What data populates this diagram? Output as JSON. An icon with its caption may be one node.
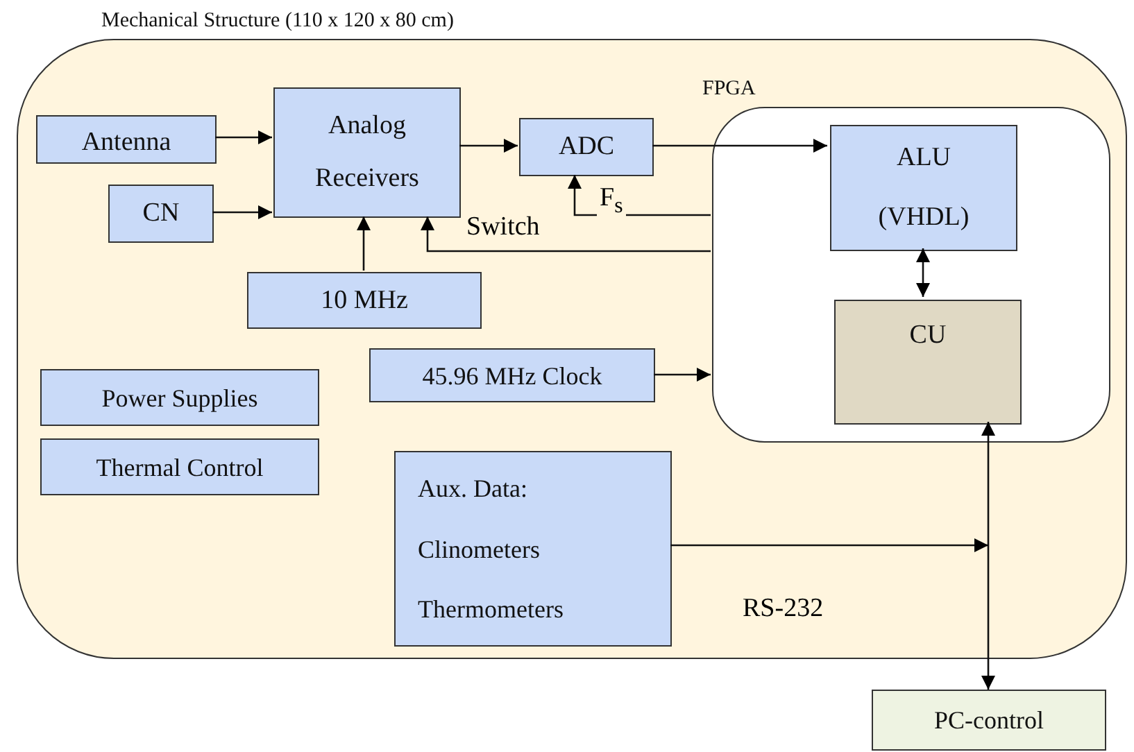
{
  "diagram": {
    "nodes": [
      {
        "text": [
          "Mechanical Structure (110 x 120 x 80 cm)"
        ]
      },
      {
        "text": [
          "Antenna"
        ],
        "in": 0
      },
      {
        "text": [
          "Analog Receivers"
        ],
        "in": 0
      },
      {
        "text": [
          "ADC"
        ],
        "in": 0
      },
      {
        "text": [
          "FPGA"
        ],
        "in": 0
      },
      {
        "text": [
          "ALU",
          "(VHDL)"
        ],
        "in": 4
      },
      {
        "text": [
          "CN"
        ],
        "in": 0
      },
      {
        "text": [
          "CU"
        ],
        "in": 4
      },
      {
        "text": [
          "10 MHz"
        ],
        "in": 0
      },
      {
        "text": [
          "Power Supplies"
        ],
        "in": 0
      },
      {
        "text": [
          "45.96 MHz Clock"
        ],
        "in": 0
      },
      {
        "text": [
          "Thermal Control"
        ],
        "in": 0
      },
      {
        "text": [
          "Aux. Data:",
          "Clinometers",
          "Thermometers"
        ],
        "in": 0
      },
      {
        "text": [
          "PC-control"
        ]
      }
    ],
    "edges": [
      {
        "from": 1,
        "to": 2,
        "arrow": "to"
      },
      {
        "from": 6,
        "to": 2,
        "arrow": "to"
      },
      {
        "from": 8,
        "to": 2,
        "arrow": "to"
      },
      {
        "from": 2,
        "to": 3,
        "arrow": "to"
      },
      {
        "from": 3,
        "to": 5,
        "arrow": "to"
      },
      {
        "from": 4,
        "to": 3,
        "arrow": "to",
        "label": "F$_{s}$"
      },
      {
        "from": 4,
        "to": 2,
        "arrow": "to",
        "label": "Switch"
      },
      {
        "from": 10,
        "to": 4,
        "arrow": "to"
      },
      {
        "from": 5,
        "to": 7,
        "arrow": "both"
      },
      {
        "from": 7,
        "to": 13,
        "arrow": "both"
      },
      {
        "from": 12,
        "to": null,
        "arrow": "to"
      }
    ],
    "labels": [
      "RS-232"
    ]
  }
}
